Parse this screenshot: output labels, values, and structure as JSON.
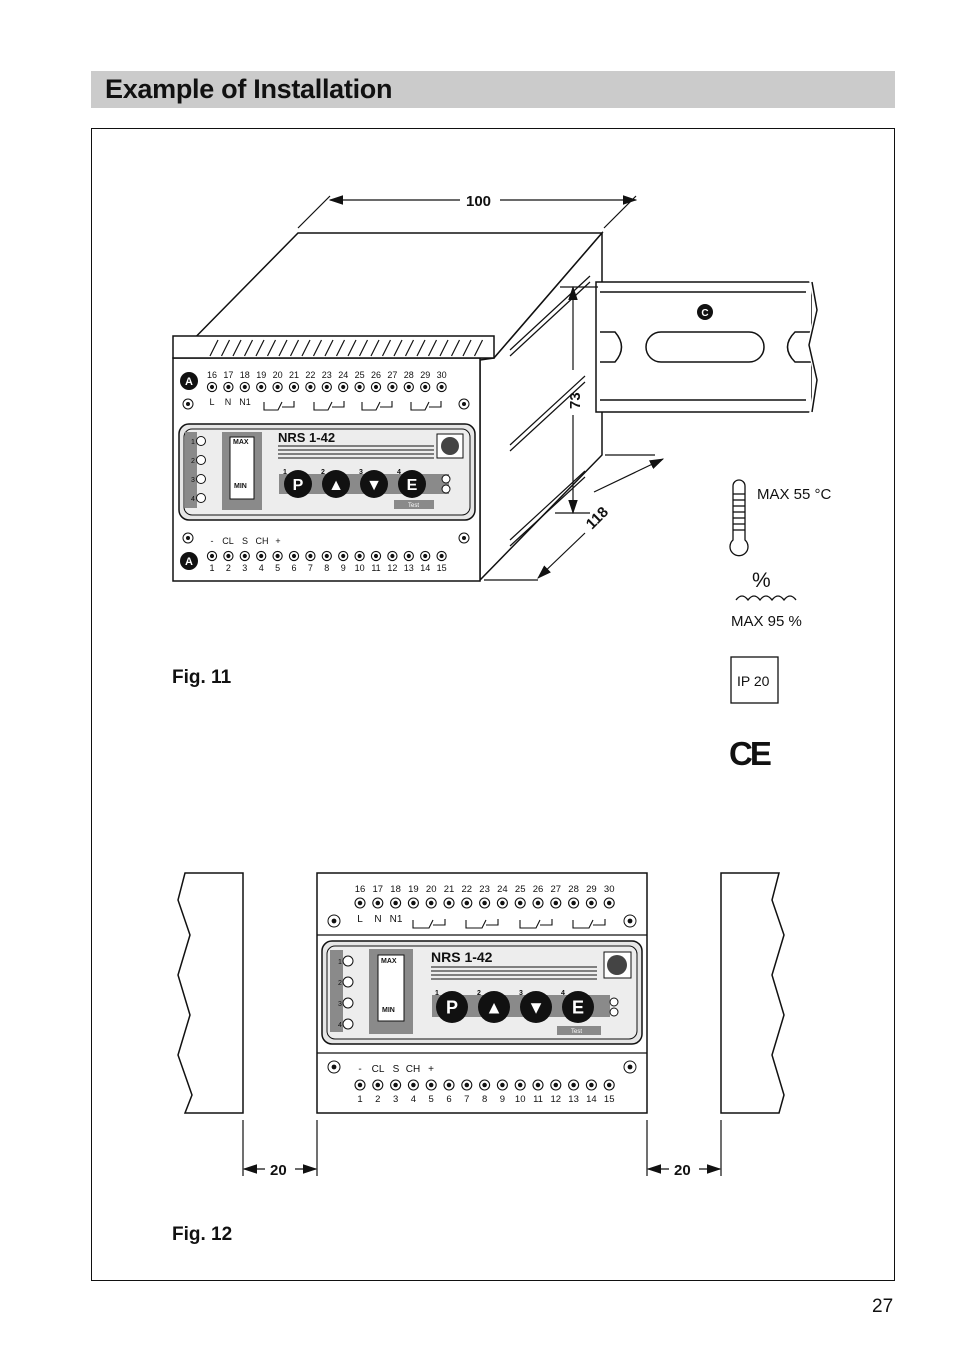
{
  "header": {
    "title": "Example of Installation"
  },
  "fig11": {
    "caption": "Fig. 11",
    "device_label": "NRS 1-42",
    "dims": {
      "width": "100",
      "height": "73",
      "depth": "118"
    },
    "rail_label": "C",
    "terminal_label": "A",
    "top_terminals": [
      "16",
      "17",
      "18",
      "19",
      "20",
      "21",
      "22",
      "23",
      "24",
      "25",
      "26",
      "27",
      "28",
      "29",
      "30"
    ],
    "top_markers": [
      "L",
      "N",
      "N1"
    ],
    "bottom_markers": [
      "-",
      "CL",
      "S",
      "CH",
      "+"
    ],
    "bottom_terminals": [
      "1",
      "2",
      "3",
      "4",
      "5",
      "6",
      "7",
      "8",
      "9",
      "10",
      "11",
      "12",
      "13",
      "14",
      "15"
    ],
    "led_labels": [
      "1",
      "2",
      "3",
      "4"
    ],
    "level_labels": {
      "max": "MAX",
      "min": "MIN"
    },
    "buttons": [
      "P",
      "▲",
      "▼",
      "E"
    ],
    "button_numbers": [
      "1",
      "2",
      "3",
      "4"
    ],
    "test_label": "Test"
  },
  "specs": {
    "temperature": "MAX 55 °C",
    "humidity_symbol": "%",
    "humidity": "MAX 95 %",
    "protection": "IP 20",
    "mark": "CE"
  },
  "fig12": {
    "caption": "Fig. 12",
    "clearance_left": "20",
    "clearance_right": "20"
  },
  "page": {
    "number": "27"
  }
}
